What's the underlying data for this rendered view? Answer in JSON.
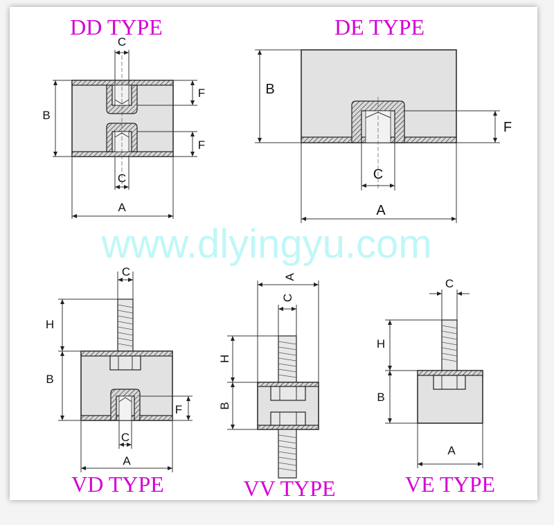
{
  "watermark": "www.dlyingyu.com",
  "diagrams": {
    "dd": {
      "title": "DD TYPE",
      "dims": {
        "a": "A",
        "b": "B",
        "c_top": "C",
        "c_bottom": "C",
        "f_top": "F",
        "f_bottom": "F"
      }
    },
    "de": {
      "title": "DE TYPE",
      "dims": {
        "a": "A",
        "b": "B",
        "c": "C",
        "f": "F"
      }
    },
    "vd": {
      "title": "VD TYPE",
      "dims": {
        "a": "A",
        "b": "B",
        "c_top": "C",
        "c_bottom": "C",
        "h": "H",
        "f": "F"
      }
    },
    "vv": {
      "title": "VV TYPE",
      "dims": {
        "a": "A",
        "b": "B",
        "c": "C",
        "h": "H"
      }
    },
    "ve": {
      "title": "VE TYPE",
      "dims": {
        "a": "A",
        "b": "B",
        "c": "C",
        "h": "H"
      }
    }
  },
  "colors": {
    "title": "#d500d5",
    "watermark": "#bff7f7",
    "rubber": "#e2e2e2",
    "outline": "#222222"
  }
}
